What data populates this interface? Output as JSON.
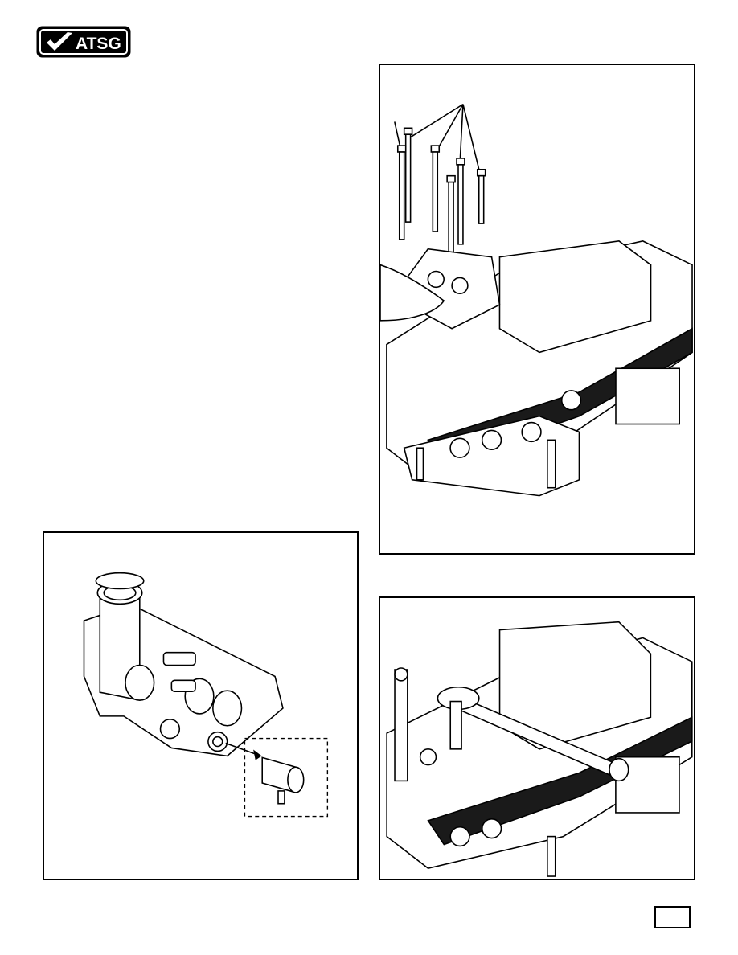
{
  "logo": {
    "text": "ATSG",
    "icon": "check-mark-icon"
  },
  "colors": {
    "ink": "#000000",
    "paper": "#ffffff",
    "gasket": "#1a1a1a"
  },
  "figures": [
    {
      "id": "fig-top-right",
      "subject": "valve-body-bolts-install"
    },
    {
      "id": "fig-bottom-right",
      "subject": "valve-body-torque-wrench"
    },
    {
      "id": "fig-bottom-left",
      "subject": "solenoid-body-detail"
    }
  ],
  "page_number": ""
}
